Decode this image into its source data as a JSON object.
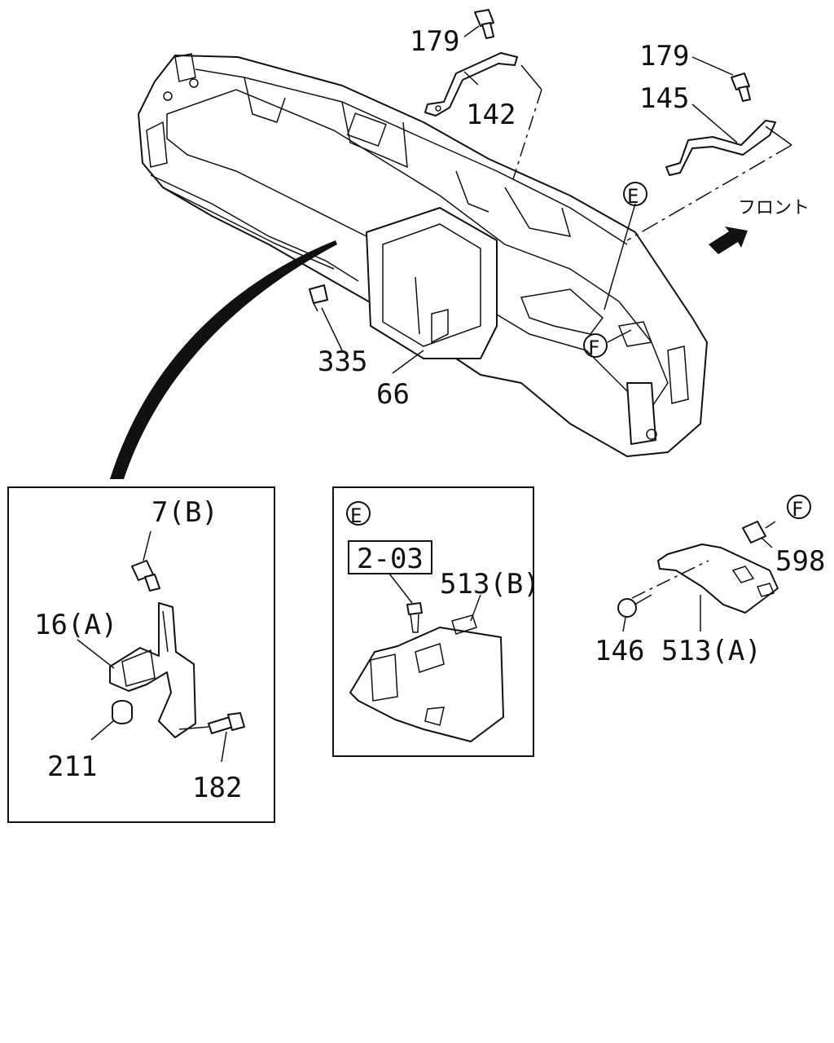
{
  "labels": {
    "p179a": "179",
    "p142": "142",
    "p179b": "179",
    "p145": "145",
    "front": "フロント",
    "callout_e": "E",
    "callout_f": "F",
    "p335": "335",
    "p66": "66",
    "p7b": "7(B)",
    "p16a": "16(A)",
    "p211": "211",
    "p182": "182",
    "detail_e": "E",
    "ref_203": "2-03",
    "p513b": "513(B)",
    "detail_f": "F",
    "p598": "598",
    "p146": "146",
    "p513a": "513(A)"
  }
}
